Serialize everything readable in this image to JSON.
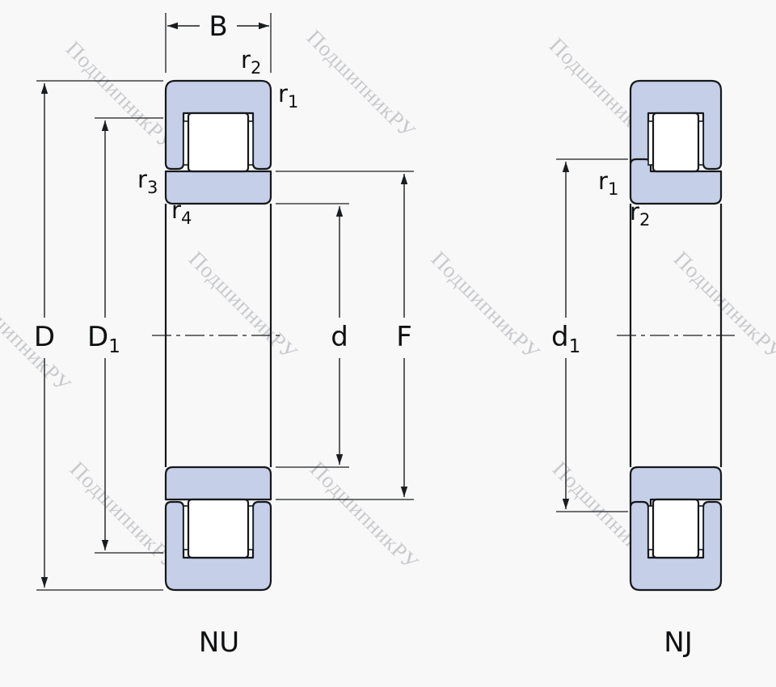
{
  "title": "Cylindrical roller bearing dimension drawing",
  "colors": {
    "background": "#f8f8f8",
    "part_fill": "#c5cfe8",
    "roller_fill": "#ffffff",
    "outline": "#15181b",
    "dim_line": "#1a1d20",
    "text": "#0e1012",
    "watermark": "#999ca4"
  },
  "watermark": {
    "text": "ПодшипникРУ"
  },
  "left_view": {
    "caption": "NU",
    "dim_B": "B",
    "dim_D": "D",
    "dim_D1": {
      "base": "D",
      "sub": "1"
    },
    "dim_d": "d",
    "dim_F": "F",
    "dim_r1": {
      "base": "r",
      "sub": "1"
    },
    "dim_r2": {
      "base": "r",
      "sub": "2"
    },
    "dim_r3": {
      "base": "r",
      "sub": "3"
    },
    "dim_r4": {
      "base": "r",
      "sub": "4"
    }
  },
  "right_view": {
    "caption": "NJ",
    "dim_d1": {
      "base": "d",
      "sub": "1"
    },
    "dim_r1": {
      "base": "r",
      "sub": "1"
    },
    "dim_r2": {
      "base": "r",
      "sub": "2"
    }
  }
}
